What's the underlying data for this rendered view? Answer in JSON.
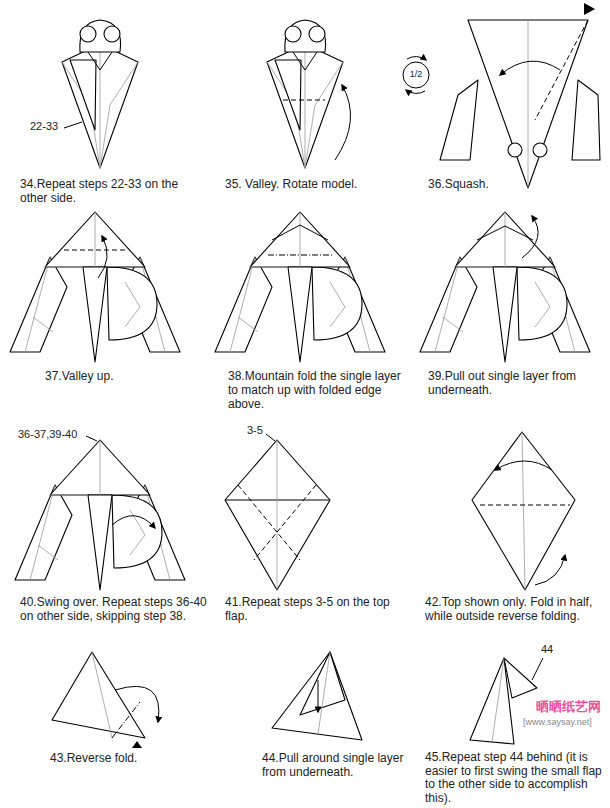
{
  "diagram": {
    "labels": [
      "34.Repeat steps 22-33 on the other side.",
      "22-33",
      "35. Valley. Rotate model.",
      "36.Squash.",
      "1/2",
      "37.Valley up.",
      "38.Mountain fold the single layer to match up with folded edge above.",
      "39.Pull out single layer from underneath.",
      "36-37,39-40",
      "40.Swing over. Repeat steps 36-40 on other side, skipping step 38.",
      "3-5",
      "41.Repeat steps 3-5 on the top flap.",
      "42.Top shown only. Fold in half, while outside reverse folding.",
      "43.Reverse fold.",
      "44.Pull around single layer from underneath.",
      "44",
      "45.Repeat step 44 behind (it is easier to first swing the small flap to the other side to accomplish this).",
      "晒晒纸艺网",
      "[www.saysay.net]"
    ]
  }
}
